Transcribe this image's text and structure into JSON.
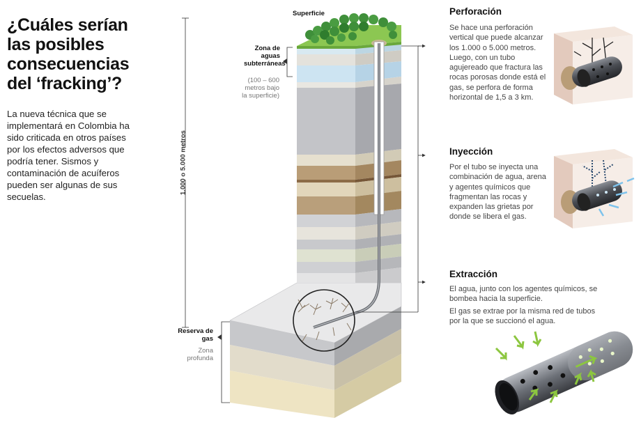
{
  "title": "¿Cuáles serían las posibles consecuencias del ‘fracking’?",
  "intro": "La nueva técnica que se implementará en Colombia ha sido criticada en otros países por los efectos adversos que podría tener. Sismos y contaminación de acuíferos pueden ser algunas de sus secuelas.",
  "labels": {
    "surface": "Superficie",
    "aquifer_zone": "Zona de aguas subterráneas",
    "aquifer_depth": "(100 – 600 metros bajo la superficie)",
    "depth_range": "1.000 o 5.000 metros",
    "gas_reserve": "Reserva de gas",
    "deep_zone": "Zona profunda"
  },
  "steps": [
    {
      "title": "Perforación",
      "text": "Se hace una perforación vertical que puede alcanzar los 1.000 o 5.000 metros. Luego, con un tubo agujereado que fractura las rocas porosas donde está el gas, se perfora de forma horizontal de 1,5 a 3 km."
    },
    {
      "title": "Inyección",
      "text": "Por el tubo se inyecta una combinación de agua, arena y agentes químicos que fragmentan las rocas y expanden las grietas por donde se libera el gas."
    },
    {
      "title": "Extracción",
      "text_1": "El agua, junto con los agentes químicos, se bombea hacia la superficie.",
      "text_2": "El gas se extrae por la misma red de tubos por la que se succionó el agua."
    }
  ],
  "colors": {
    "grass": "#7dbf4a",
    "tree": "#3f8f3a",
    "aquifer": "#cfe5f2",
    "sand": "#d9caa8",
    "brown": "#b79b73",
    "gray_layer": "#c9c9cc",
    "light_layer": "#e6e2d6",
    "pipe": "#5a5d63",
    "arrow_green": "#8cc63f",
    "water_blue": "#7ec3ec"
  }
}
